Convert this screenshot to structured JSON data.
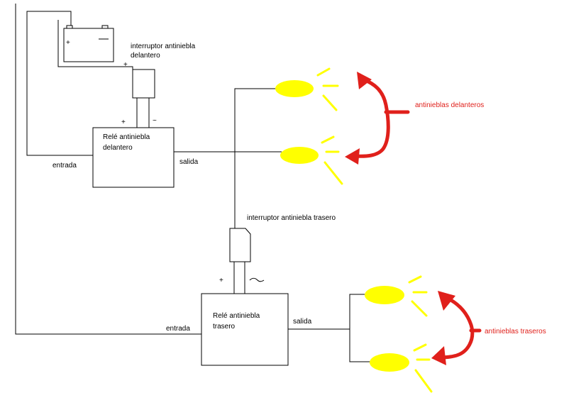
{
  "labels": {
    "switch_front": [
      "interruptor antiniebla",
      "delantero"
    ],
    "relay_front": [
      "Relé antiniebla",
      "delantero"
    ],
    "switch_rear": "interruptor antiniebla trasero",
    "relay_rear": [
      "Relé antiniebla",
      "trasero"
    ],
    "entrada_front": "entrada",
    "salida_front": "salida",
    "entrada_rear": "entrada",
    "salida_rear": "salida",
    "fog_front": "antinieblas delanteros",
    "fog_rear": "antinieblas traseros"
  },
  "symbols": {
    "plus": "+",
    "minus": "−",
    "tilde": "~"
  },
  "colors": {
    "lamp": "#ffff00",
    "arrow": "#e0201b",
    "wire": "#000000"
  },
  "icons": [
    "battery-icon",
    "switch-icon",
    "relay-box",
    "fog-lamp-icon",
    "red-arrow-icon"
  ]
}
